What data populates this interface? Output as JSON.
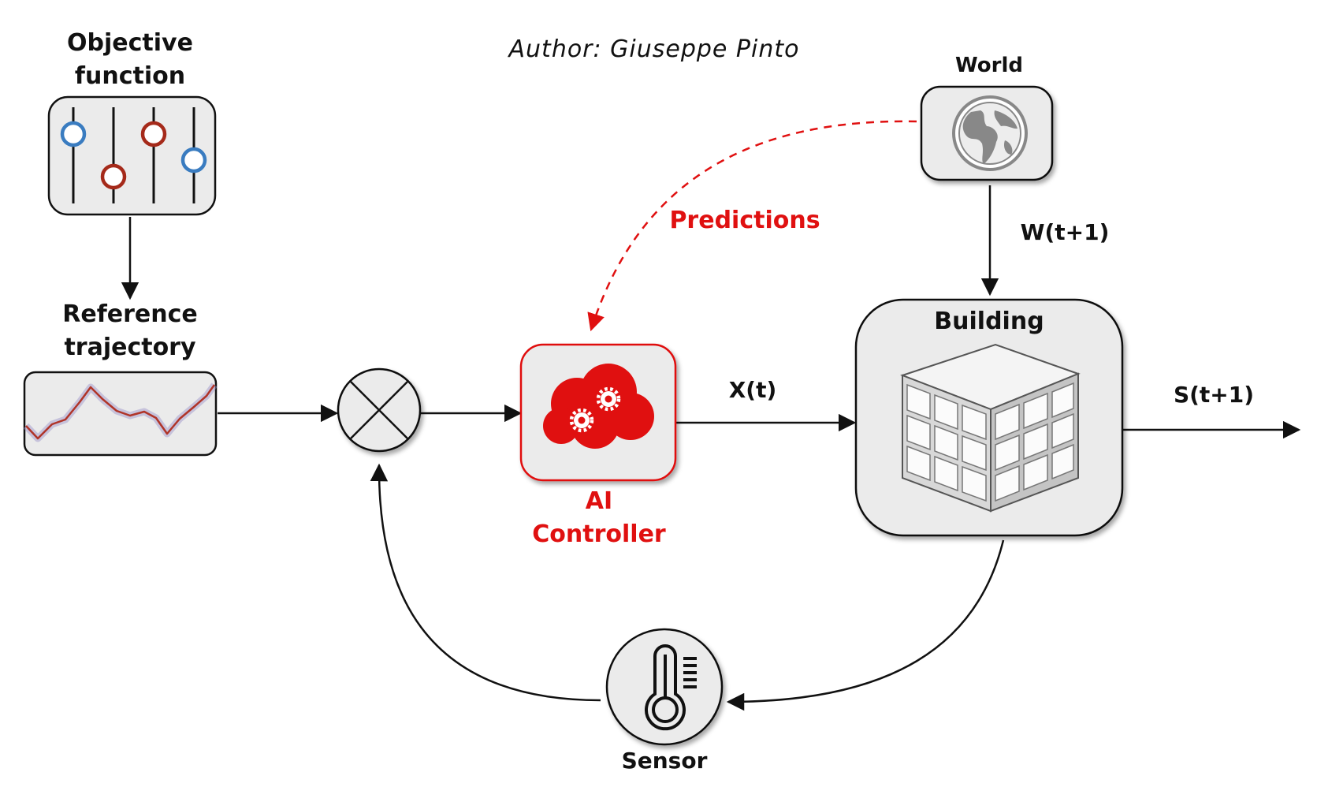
{
  "author": "Author: Giuseppe Pinto",
  "nodes": {
    "objective": {
      "line1": "Objective",
      "line2": "function"
    },
    "reference": {
      "line1": "Reference",
      "line2": "trajectory"
    },
    "controller": {
      "line1": "AI",
      "line2": "Controller"
    },
    "world": {
      "label": "World"
    },
    "building": {
      "label": "Building"
    },
    "sensor": {
      "label": "Sensor"
    }
  },
  "edges": {
    "predictions": "Predictions",
    "control_action": "X(t)",
    "weather": "W(t+1)",
    "state": "S(t+1)"
  },
  "icons": {
    "objective": "slider-controls-icon",
    "reference": "line-chart-icon",
    "comparator": "summing-junction-icon",
    "controller": "brain-gears-icon",
    "world": "globe-icon",
    "building": "building-cube-icon",
    "sensor": "thermometer-icon"
  },
  "colors": {
    "accent": "#e01010",
    "node_fill": "#ebebeb",
    "stroke": "#111111",
    "slider_blue": "#3a7cc0",
    "slider_red": "#a52a1a"
  }
}
